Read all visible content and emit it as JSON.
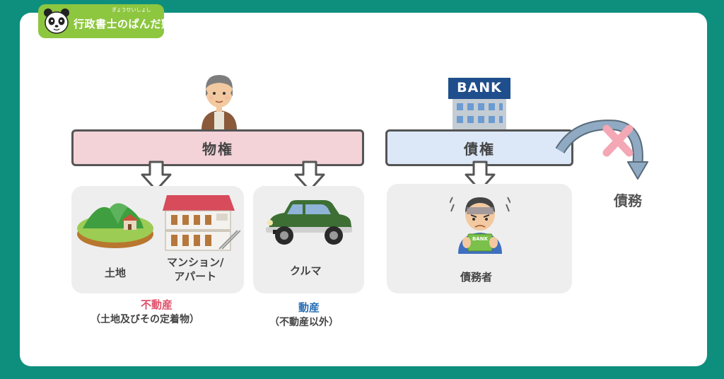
{
  "logo": {
    "ruby": "ぎょうせいしょし",
    "title": "行政書士のぱんだ塾"
  },
  "bank_sign": "BANK",
  "book_label": "BANK",
  "bars": {
    "real_right": "物権",
    "claim": "債権"
  },
  "panel_real": {
    "land": "土地",
    "mansion_line1": "マンション/",
    "mansion_line2": "アパート"
  },
  "panel_move": {
    "car": "クルマ"
  },
  "panel_debt": {
    "debtor": "債務者"
  },
  "below": {
    "immovable_title": "不動産",
    "immovable_sub": "（土地及びその定着物）",
    "movable_title": "動産",
    "movable_sub": "（不動産以外）"
  },
  "obligation": "債務",
  "colors": {
    "background": "#0e8f7e",
    "logo_green": "#8dc63f",
    "real_bar": "#f3d2d8",
    "debt_bar": "#dce8f7",
    "immovable_red": "#e0506b",
    "movable_blue": "#2a6fb3",
    "cross_pink": "#f4a7b4",
    "curve_arrow": "#8faac2"
  }
}
